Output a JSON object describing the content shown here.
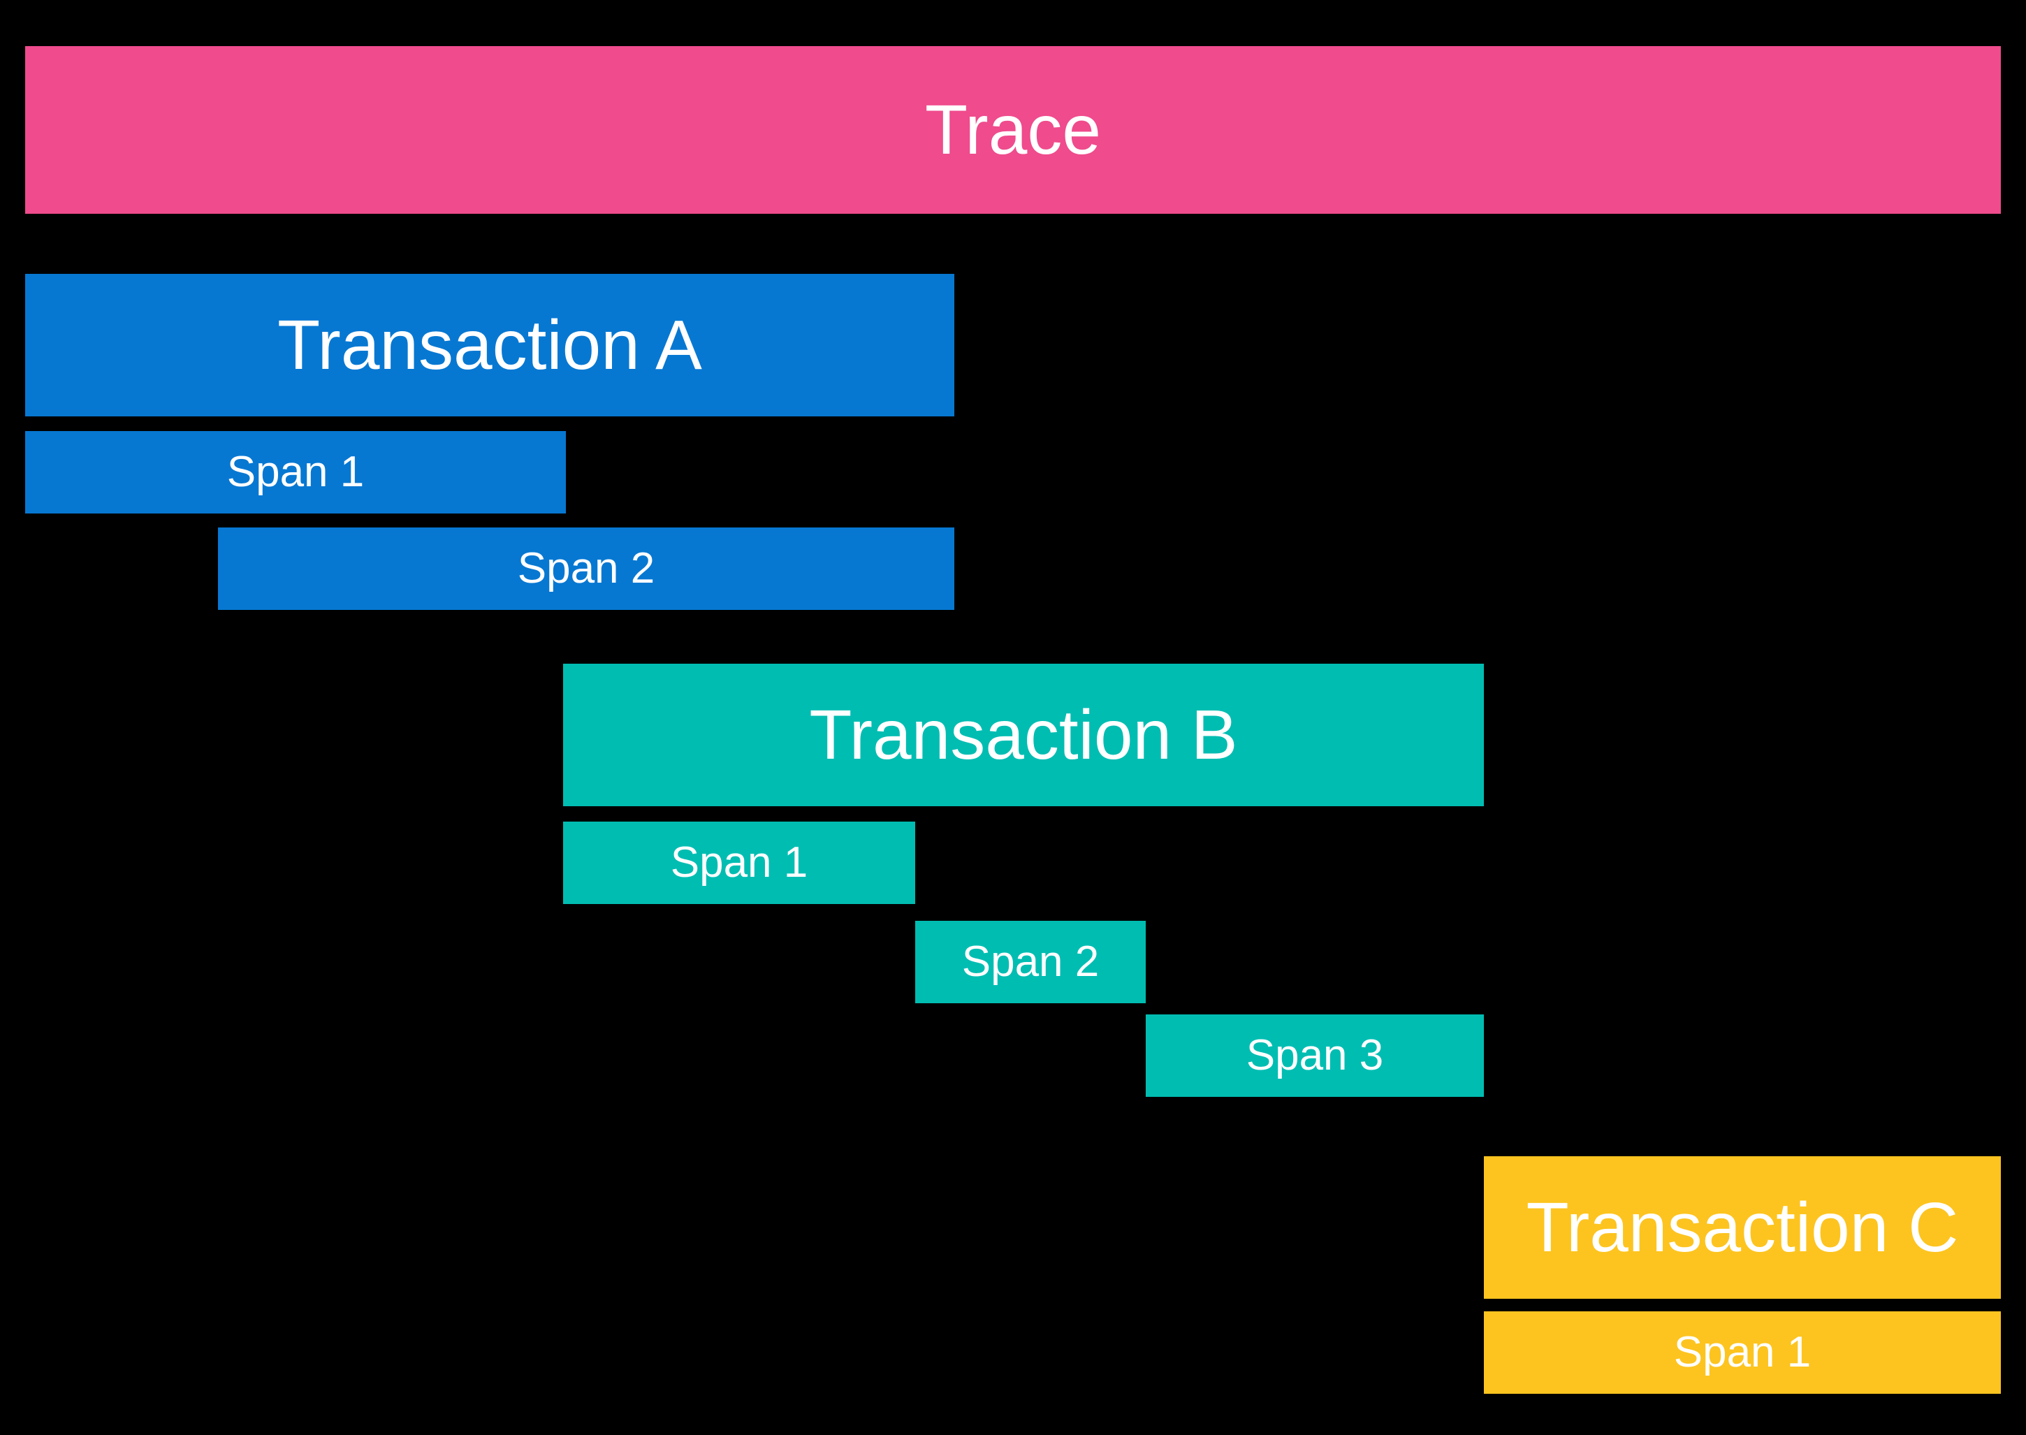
{
  "colors": {
    "background": "#000000",
    "text": "#FFFFFF",
    "trace": "#EF4B8D",
    "transaction_a": "#0778D2",
    "transaction_b": "#00BDB2",
    "transaction_c": "#FDC41F"
  },
  "trace": {
    "label": "Trace"
  },
  "transactions": [
    {
      "label": "Transaction A",
      "color": "#0778D2",
      "spans": [
        {
          "label": "Span 1"
        },
        {
          "label": "Span 2"
        }
      ]
    },
    {
      "label": "Transaction B",
      "color": "#00BDB2",
      "spans": [
        {
          "label": "Span 1"
        },
        {
          "label": "Span 2"
        },
        {
          "label": "Span 3"
        }
      ]
    },
    {
      "label": "Transaction C",
      "color": "#FDC41F",
      "spans": [
        {
          "label": "Span 1"
        }
      ]
    }
  ]
}
